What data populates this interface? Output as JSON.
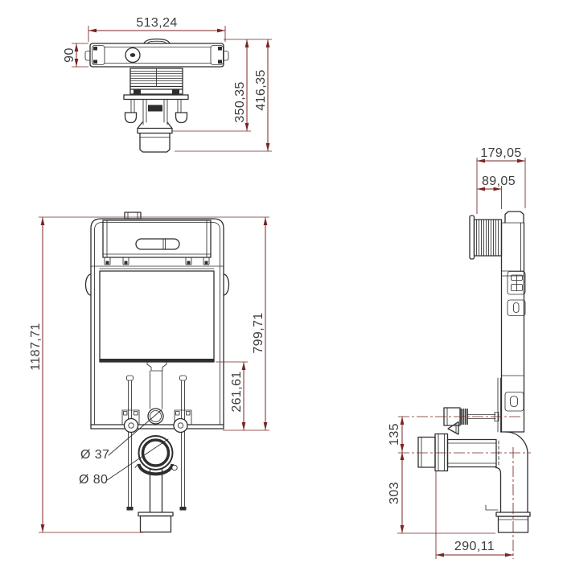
{
  "dims": {
    "top_width": "513,24",
    "top_depth": "90",
    "top_valve_height": "350,35",
    "top_total_height": "416,35",
    "front_total_height": "1187,71",
    "front_frame_height": "799,71",
    "front_lower_height": "261,61",
    "front_small_dia": "Ø 37",
    "front_outlet_dia": "Ø 80",
    "side_depth": "179,05",
    "side_bellows_depth": "89,05",
    "side_axis_offset": "135",
    "side_outlet_height": "303",
    "side_outlet_depth": "290,11"
  },
  "colors": {
    "line": "#2e2e2e",
    "dimension": "#7a2424",
    "text": "#3d3d3d",
    "background": "#ffffff"
  }
}
